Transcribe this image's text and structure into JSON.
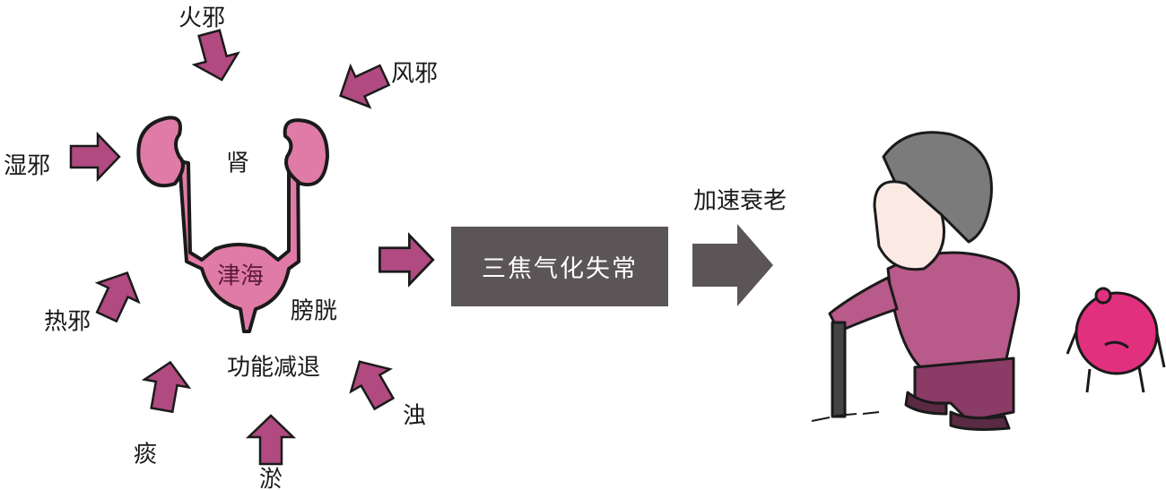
{
  "colors": {
    "pink": "#e07aa6",
    "magenta": "#b04a80",
    "box": "#5b5557",
    "outline": "#1a1a1a"
  },
  "pathogens": {
    "fire": "火邪",
    "wind": "风邪",
    "damp": "湿邪",
    "heat": "热邪",
    "phlegm": "痰",
    "stasis": "淤",
    "turbid": "浊"
  },
  "organs": {
    "kidney": "肾",
    "fluid_sea": "津海",
    "bladder": "膀胱",
    "decline": "功能减退"
  },
  "process_box": "三焦气化失常",
  "result": "加速衰老"
}
